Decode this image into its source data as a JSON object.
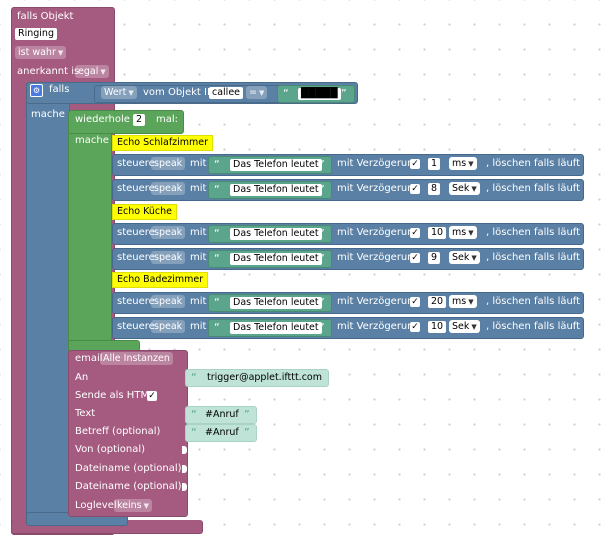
{
  "trigger": {
    "title": "falls Objekt",
    "object": "Ringing",
    "condition": "ist wahr",
    "ack_label": "anerkannt is",
    "ack_value": "egal"
  },
  "if_block": {
    "label": "falls",
    "do_label": "mache",
    "value_dd": "Wert",
    "from_object_label": "vom Objekt ID",
    "object_id": "callee",
    "operator": "=",
    "compare_value": "█████"
  },
  "repeat": {
    "label": "wiederhole",
    "count": "2",
    "times_label": "mal:",
    "do_label": "mache"
  },
  "speak_common": {
    "control_label": "steuere",
    "speak": "speak",
    "with_label": "mit",
    "text": "Das Telefon leutet",
    "delay_label": "mit Verzögerung",
    "clear_label": ", löschen falls läuft"
  },
  "comments": [
    "Echo Schlafzimmer",
    "Echo Küche",
    "Echo Badezimmer"
  ],
  "speak_rows": [
    {
      "delay": "1",
      "unit": "ms"
    },
    {
      "delay": "8",
      "unit": "Sek"
    },
    {
      "delay": "10",
      "unit": "ms"
    },
    {
      "delay": "9",
      "unit": "Sek"
    },
    {
      "delay": "20",
      "unit": "ms"
    },
    {
      "delay": "10",
      "unit": "Sek"
    }
  ],
  "email": {
    "label": "email",
    "instance": "Alle Instanzen",
    "to_label": "An",
    "to_value": "trigger@applet.ifttt.com",
    "html_label": "Sende als HTML",
    "text_label": "Text",
    "text_value": "#Anruf",
    "subject_label": "Betreff (optional)",
    "subject_value": "#Anruf",
    "from_label": "Von (optional)",
    "file1_label": "Dateiname (optional)",
    "file2_label": "Dateiname (optional)",
    "loglevel_label": "Loglevel",
    "loglevel_value": "keins"
  },
  "colors": {
    "trigger": "#a55b80",
    "control": "#5b80a5",
    "loop": "#5ba55b",
    "text": "#5ba58c",
    "comment": "#ffff00"
  }
}
